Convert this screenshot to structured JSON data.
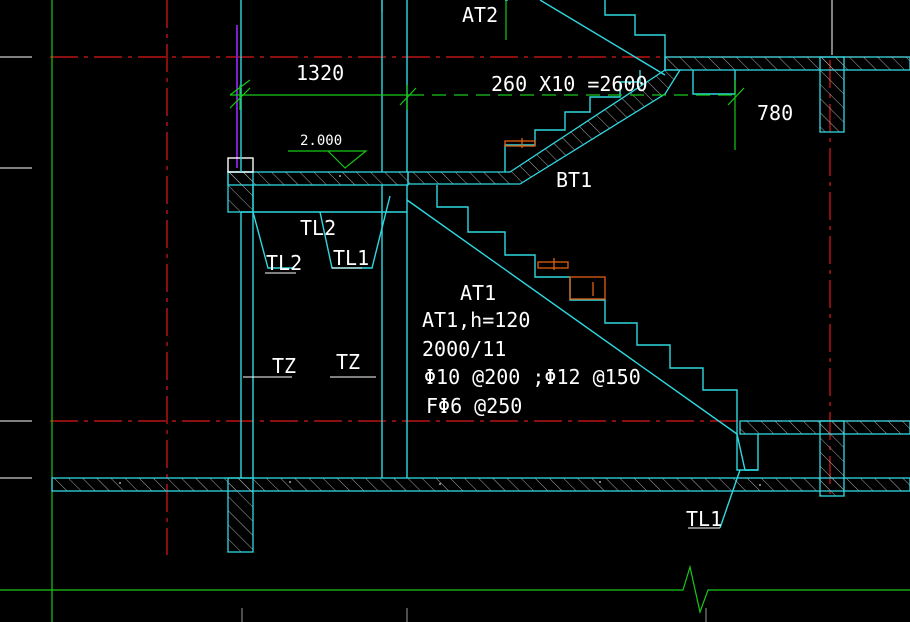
{
  "labels": {
    "at2": "AT2",
    "dim_1320": "1320",
    "dim_steps": "260 X10 =2600",
    "dim_780": "780",
    "elevation": "2.000",
    "bt1": "BT1",
    "tl2_top": "TL2",
    "tl2_left": "TL2",
    "tl1_top": "TL1",
    "at1": "AT1",
    "at1_spec": "AT1,h=120",
    "at1_size": "2000/11",
    "rebar_main": "Φ10 @200 ;Φ12 @150",
    "rebar_dist": "FΦ6 @250",
    "tz_left": "TZ",
    "tz_right": "TZ",
    "tl1_bottom": "TL1"
  },
  "colors": {
    "background": "#000000",
    "structure": "#2fd8e0",
    "axis": "#e01818",
    "dimension": "#18c818",
    "text": "#ffffff",
    "rebar": "#e06010",
    "hatch": "#a8a8a8",
    "accent": "#7a1fd0"
  }
}
